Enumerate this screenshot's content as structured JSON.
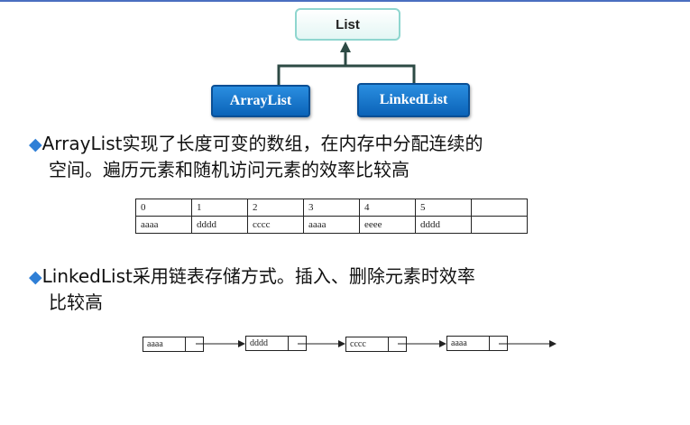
{
  "hierarchy": {
    "parent": "List",
    "children": [
      "ArrayList",
      "LinkedList"
    ]
  },
  "bullets": [
    {
      "marker": "◆",
      "line1": "ArrayList实现了长度可变的数组，在内存中分配连续的",
      "line2": "空间。遍历元素和随机访问元素的效率比较高"
    },
    {
      "marker": "◆",
      "line1": "LinkedList采用链表存储方式。插入、删除元素时效率",
      "line2": "比较高"
    }
  ],
  "array_table": {
    "indices": [
      "0",
      "1",
      "2",
      "3",
      "4",
      "5",
      ""
    ],
    "values": [
      "aaaa",
      "dddd",
      "cccc",
      "aaaa",
      "eeee",
      "dddd",
      ""
    ]
  },
  "linked_list": {
    "nodes": [
      "aaaa",
      "dddd",
      "cccc",
      "aaaa"
    ]
  },
  "colors": {
    "accent_blue": "#0b63b8",
    "list_border": "#8fd6cf",
    "connector": "#2d4a44",
    "bullet": "#2f7fd6"
  }
}
